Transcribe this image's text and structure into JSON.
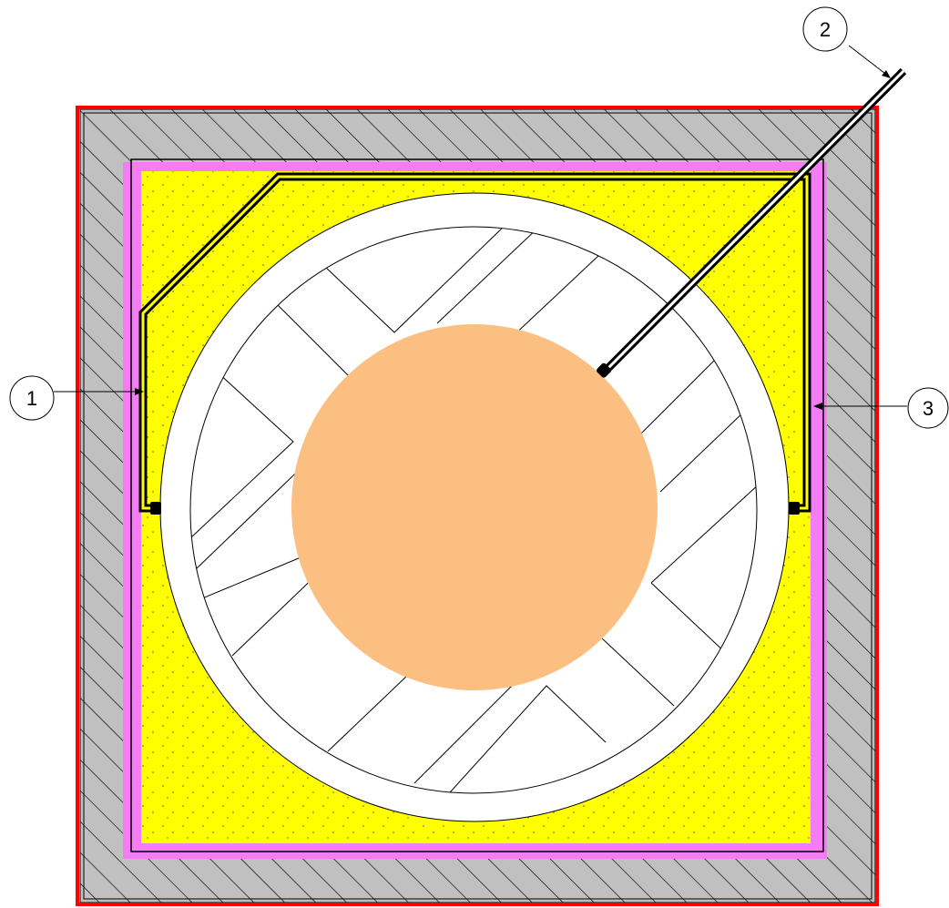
{
  "diagram": {
    "callouts": [
      {
        "id": "1",
        "label": "1"
      },
      {
        "id": "2",
        "label": "2"
      },
      {
        "id": "3",
        "label": "3"
      }
    ]
  },
  "colors": {
    "outer_border": "#ff0000",
    "concrete": "#c0c0c0",
    "membrane": "#f47cf4",
    "backfill": "#ffff00",
    "conduit_core": "#ffff00",
    "conduit_casing": "#000000",
    "ring": "#ffffff",
    "core": "#fcbf82",
    "line": "#000000"
  }
}
